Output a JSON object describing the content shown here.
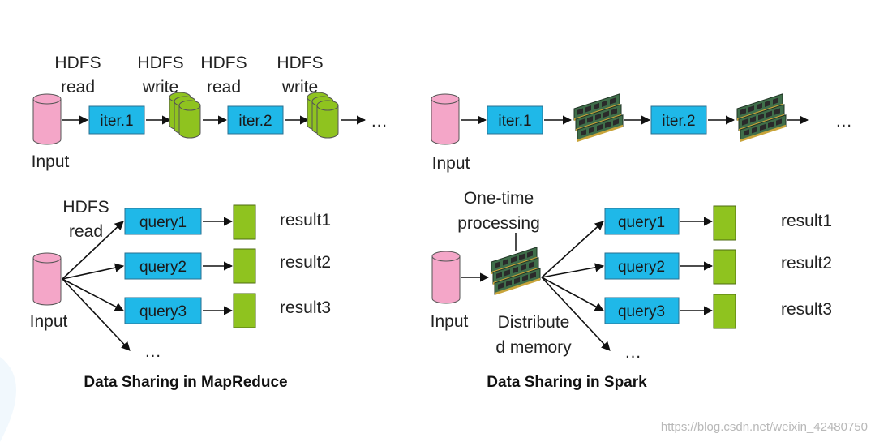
{
  "colors": {
    "input_cylinder": "#f4a6c8",
    "hdfs_cylinder": "#8fc31f",
    "process_box": "#1fb8e8",
    "result_box": "#8fc31f",
    "memory_chip": "#3f6e4a",
    "arrow": "#111111"
  },
  "mapreduce": {
    "iterative": {
      "labels": [
        "HDFS\nread",
        "HDFS\nwrite",
        "HDFS\nread",
        "HDFS\nwrite"
      ],
      "input_label": "Input",
      "iter1": "iter.1",
      "iter2": "iter.2",
      "ellipsis": "…"
    },
    "query": {
      "read_label": "HDFS\nread",
      "input_label": "Input",
      "queries": [
        "query1",
        "query2",
        "query3"
      ],
      "results": [
        "result1",
        "result2",
        "result3"
      ],
      "ellipsis": "…"
    },
    "caption": "Data Sharing in MapReduce"
  },
  "spark": {
    "iterative": {
      "input_label": "Input",
      "iter1": "iter.1",
      "iter2": "iter.2",
      "ellipsis": "…"
    },
    "query": {
      "processing_label": "One-time\nprocessing",
      "memory_label": "Distribute\nd memory",
      "input_label": "Input",
      "queries": [
        "query1",
        "query2",
        "query3"
      ],
      "results": [
        "result1",
        "result2",
        "result3"
      ],
      "ellipsis": "…"
    },
    "caption": "Data Sharing in Spark"
  },
  "watermark": "https://blog.csdn.net/weixin_42480750",
  "icons": [
    "cylinder-icon",
    "stacked-cylinder-icon",
    "memory-chip-icon"
  ]
}
